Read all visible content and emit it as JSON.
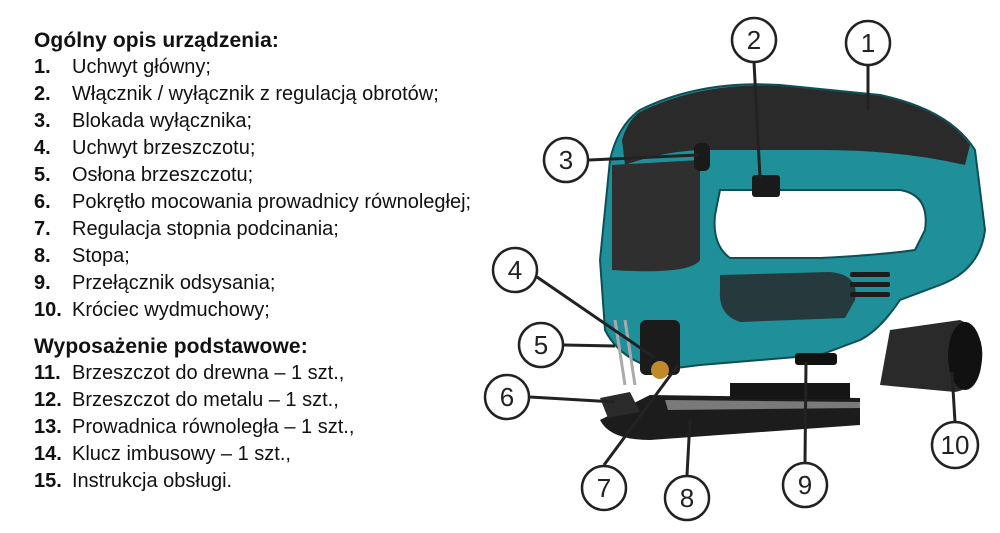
{
  "general": {
    "heading": "Ogólny opis urządzenia:",
    "items": [
      {
        "num": "1.",
        "label": "Uchwyt główny;"
      },
      {
        "num": "2.",
        "label": "Włącznik / wyłącznik z regulacją obrotów;"
      },
      {
        "num": "3.",
        "label": "Blokada wyłącznika;"
      },
      {
        "num": "4.",
        "label": "Uchwyt brzeszczotu;"
      },
      {
        "num": "5.",
        "label": "Osłona brzeszczotu;"
      },
      {
        "num": "6.",
        "label": "Pokrętło mocowania prowadnicy równoległej;"
      },
      {
        "num": "7.",
        "label": "Regulacja stopnia podcinania;"
      },
      {
        "num": "8.",
        "label": "Stopa;"
      },
      {
        "num": "9.",
        "label": "Przełącznik odsysania;"
      },
      {
        "num": "10.",
        "label": "Króciec wydmuchowy;"
      }
    ]
  },
  "equipment": {
    "heading": "Wyposażenie podstawowe:",
    "items": [
      {
        "num": "11.",
        "label": "Brzeszczot do drewna – 1 szt.,"
      },
      {
        "num": "12.",
        "label": "Brzeszczot do metalu – 1 szt.,"
      },
      {
        "num": "13.",
        "label": "Prowadnica równoległa – 1 szt.,"
      },
      {
        "num": "14.",
        "label": "Klucz imbusowy – 1 szt.,"
      },
      {
        "num": "15.",
        "label": "Instrukcja obsługi."
      }
    ]
  },
  "callouts": [
    "1",
    "2",
    "3",
    "4",
    "5",
    "6",
    "7",
    "8",
    "9",
    "10"
  ],
  "colors": {
    "body_teal": "#1f8f9a",
    "body_teal_dark": "#15666e",
    "rubber_black": "#2a2a2a",
    "metal": "#8a8a8a"
  }
}
